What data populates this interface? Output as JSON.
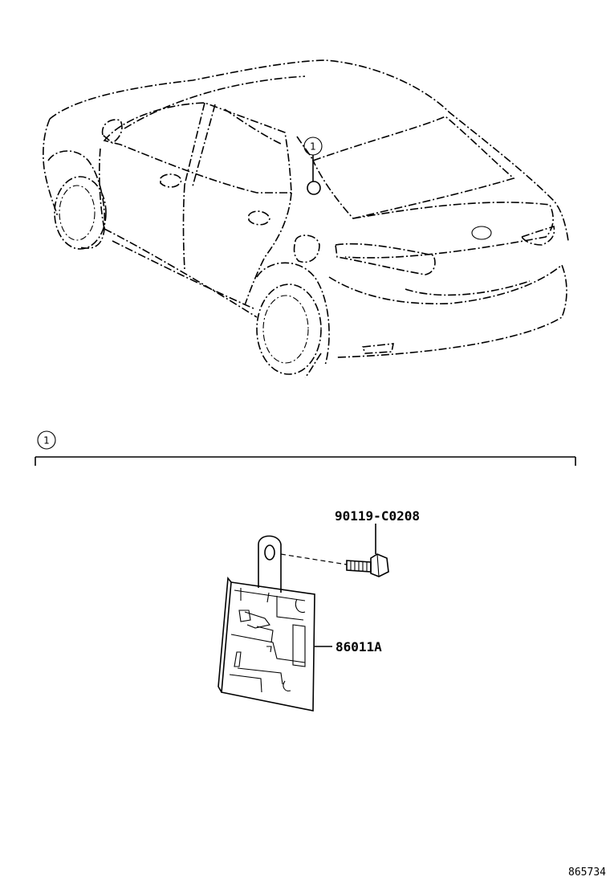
{
  "callouts": {
    "top": "1",
    "section": "1"
  },
  "parts": {
    "bolt": "90119-C0208",
    "module": "86011A"
  },
  "illustration_code": "865734",
  "icons": {
    "vehicle": "sedan-rear-view-icon",
    "module": "module-bracket-icon",
    "bolt": "bolt-icon"
  }
}
